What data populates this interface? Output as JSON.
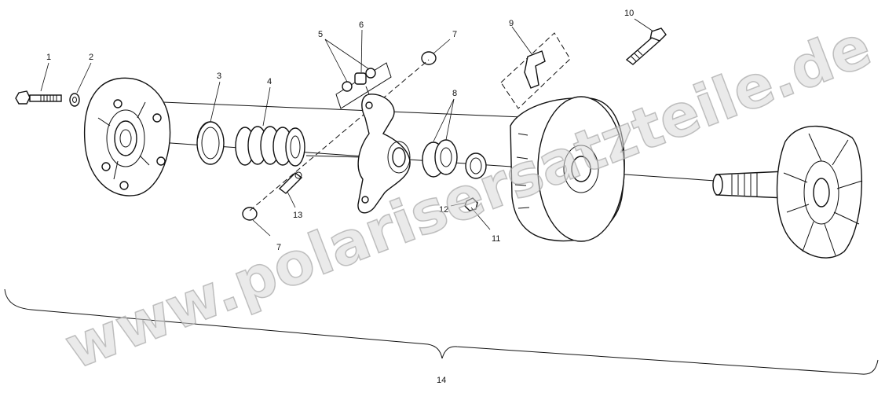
{
  "watermark": "www.polarisersatzteile.de",
  "callouts": [
    {
      "id": "c1",
      "text": "1"
    },
    {
      "id": "c2",
      "text": "2"
    },
    {
      "id": "c3",
      "text": "3"
    },
    {
      "id": "c4",
      "text": "4"
    },
    {
      "id": "c5",
      "text": "5"
    },
    {
      "id": "c6",
      "text": "6"
    },
    {
      "id": "c7a",
      "text": "7"
    },
    {
      "id": "c7b",
      "text": "7"
    },
    {
      "id": "c8",
      "text": "8"
    },
    {
      "id": "c9",
      "text": "9"
    },
    {
      "id": "c10",
      "text": "10"
    },
    {
      "id": "c11",
      "text": "11"
    },
    {
      "id": "c12",
      "text": "12"
    },
    {
      "id": "c13",
      "text": "13"
    },
    {
      "id": "c14",
      "text": "14"
    }
  ]
}
